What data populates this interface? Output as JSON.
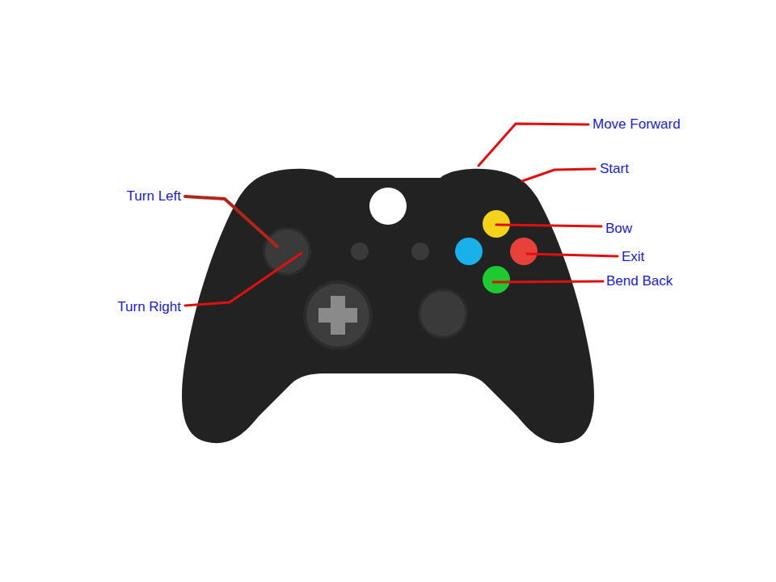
{
  "diagram": {
    "labels": [
      "Move Forward",
      "Start",
      "Turn Left",
      "Bow",
      "Exit",
      "Bend Back",
      "Turn Right"
    ]
  }
}
